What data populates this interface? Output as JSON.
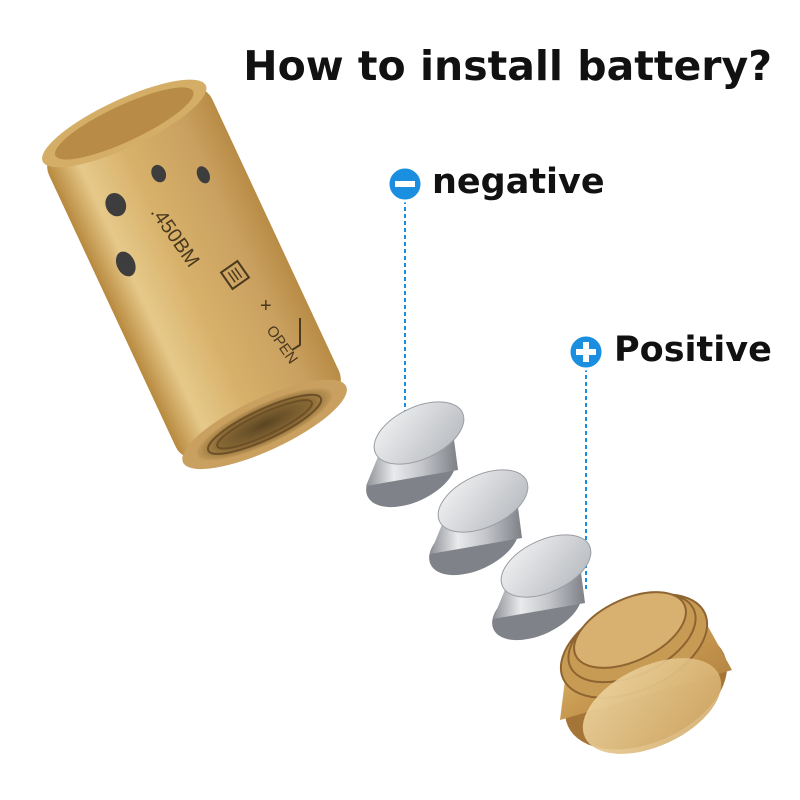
{
  "title": "How to install battery?",
  "labels": {
    "negative": "negative",
    "positive": "Positive"
  },
  "engraving": {
    "caliber": ".450BM",
    "open": "OPEN",
    "plus": "+"
  },
  "colors": {
    "brass": "#c9a35a",
    "accent_blue": "#1a8fe0",
    "battery_silver": "#b9bcc2"
  },
  "icons": {
    "negative": "minus-circle-icon",
    "positive": "plus-circle-icon"
  }
}
